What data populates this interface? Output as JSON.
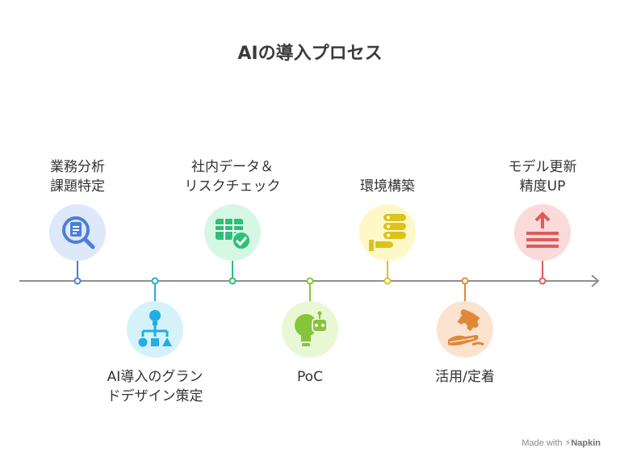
{
  "title": "AIの導入プロセス",
  "steps": [
    {
      "lines": [
        "業務分析",
        "課題特定"
      ],
      "icon": "document-search-icon",
      "color": "#4a7fd6",
      "bg": "#dde8fb"
    },
    {
      "lines": [
        "AI導入のグラン",
        "ドデザイン策定"
      ],
      "icon": "hierarchy-shapes-icon",
      "color": "#22aee0",
      "bg": "#d5f2fb"
    },
    {
      "lines": [
        "社内データ＆",
        "リスクチェック"
      ],
      "icon": "checked-table-icon",
      "color": "#2fbf77",
      "bg": "#d6f7e4"
    },
    {
      "lines": [
        "PoC"
      ],
      "icon": "bulb-robot-icon",
      "color": "#86c43a",
      "bg": "#e9f8d4"
    },
    {
      "lines": [
        "環境構築"
      ],
      "icon": "server-hand-icon",
      "color": "#dcc21c",
      "bg": "#fdf8c6"
    },
    {
      "lines": [
        "活用/定着"
      ],
      "icon": "puzzle-hand-icon",
      "color": "#e0883a",
      "bg": "#fbe3cf"
    },
    {
      "lines": [
        "モデル更新",
        "精度UP"
      ],
      "icon": "upload-lines-icon",
      "color": "#de5b5b",
      "bg": "#fbdada"
    }
  ],
  "footer": {
    "made_with": "Made with",
    "brand": "Napkin"
  }
}
